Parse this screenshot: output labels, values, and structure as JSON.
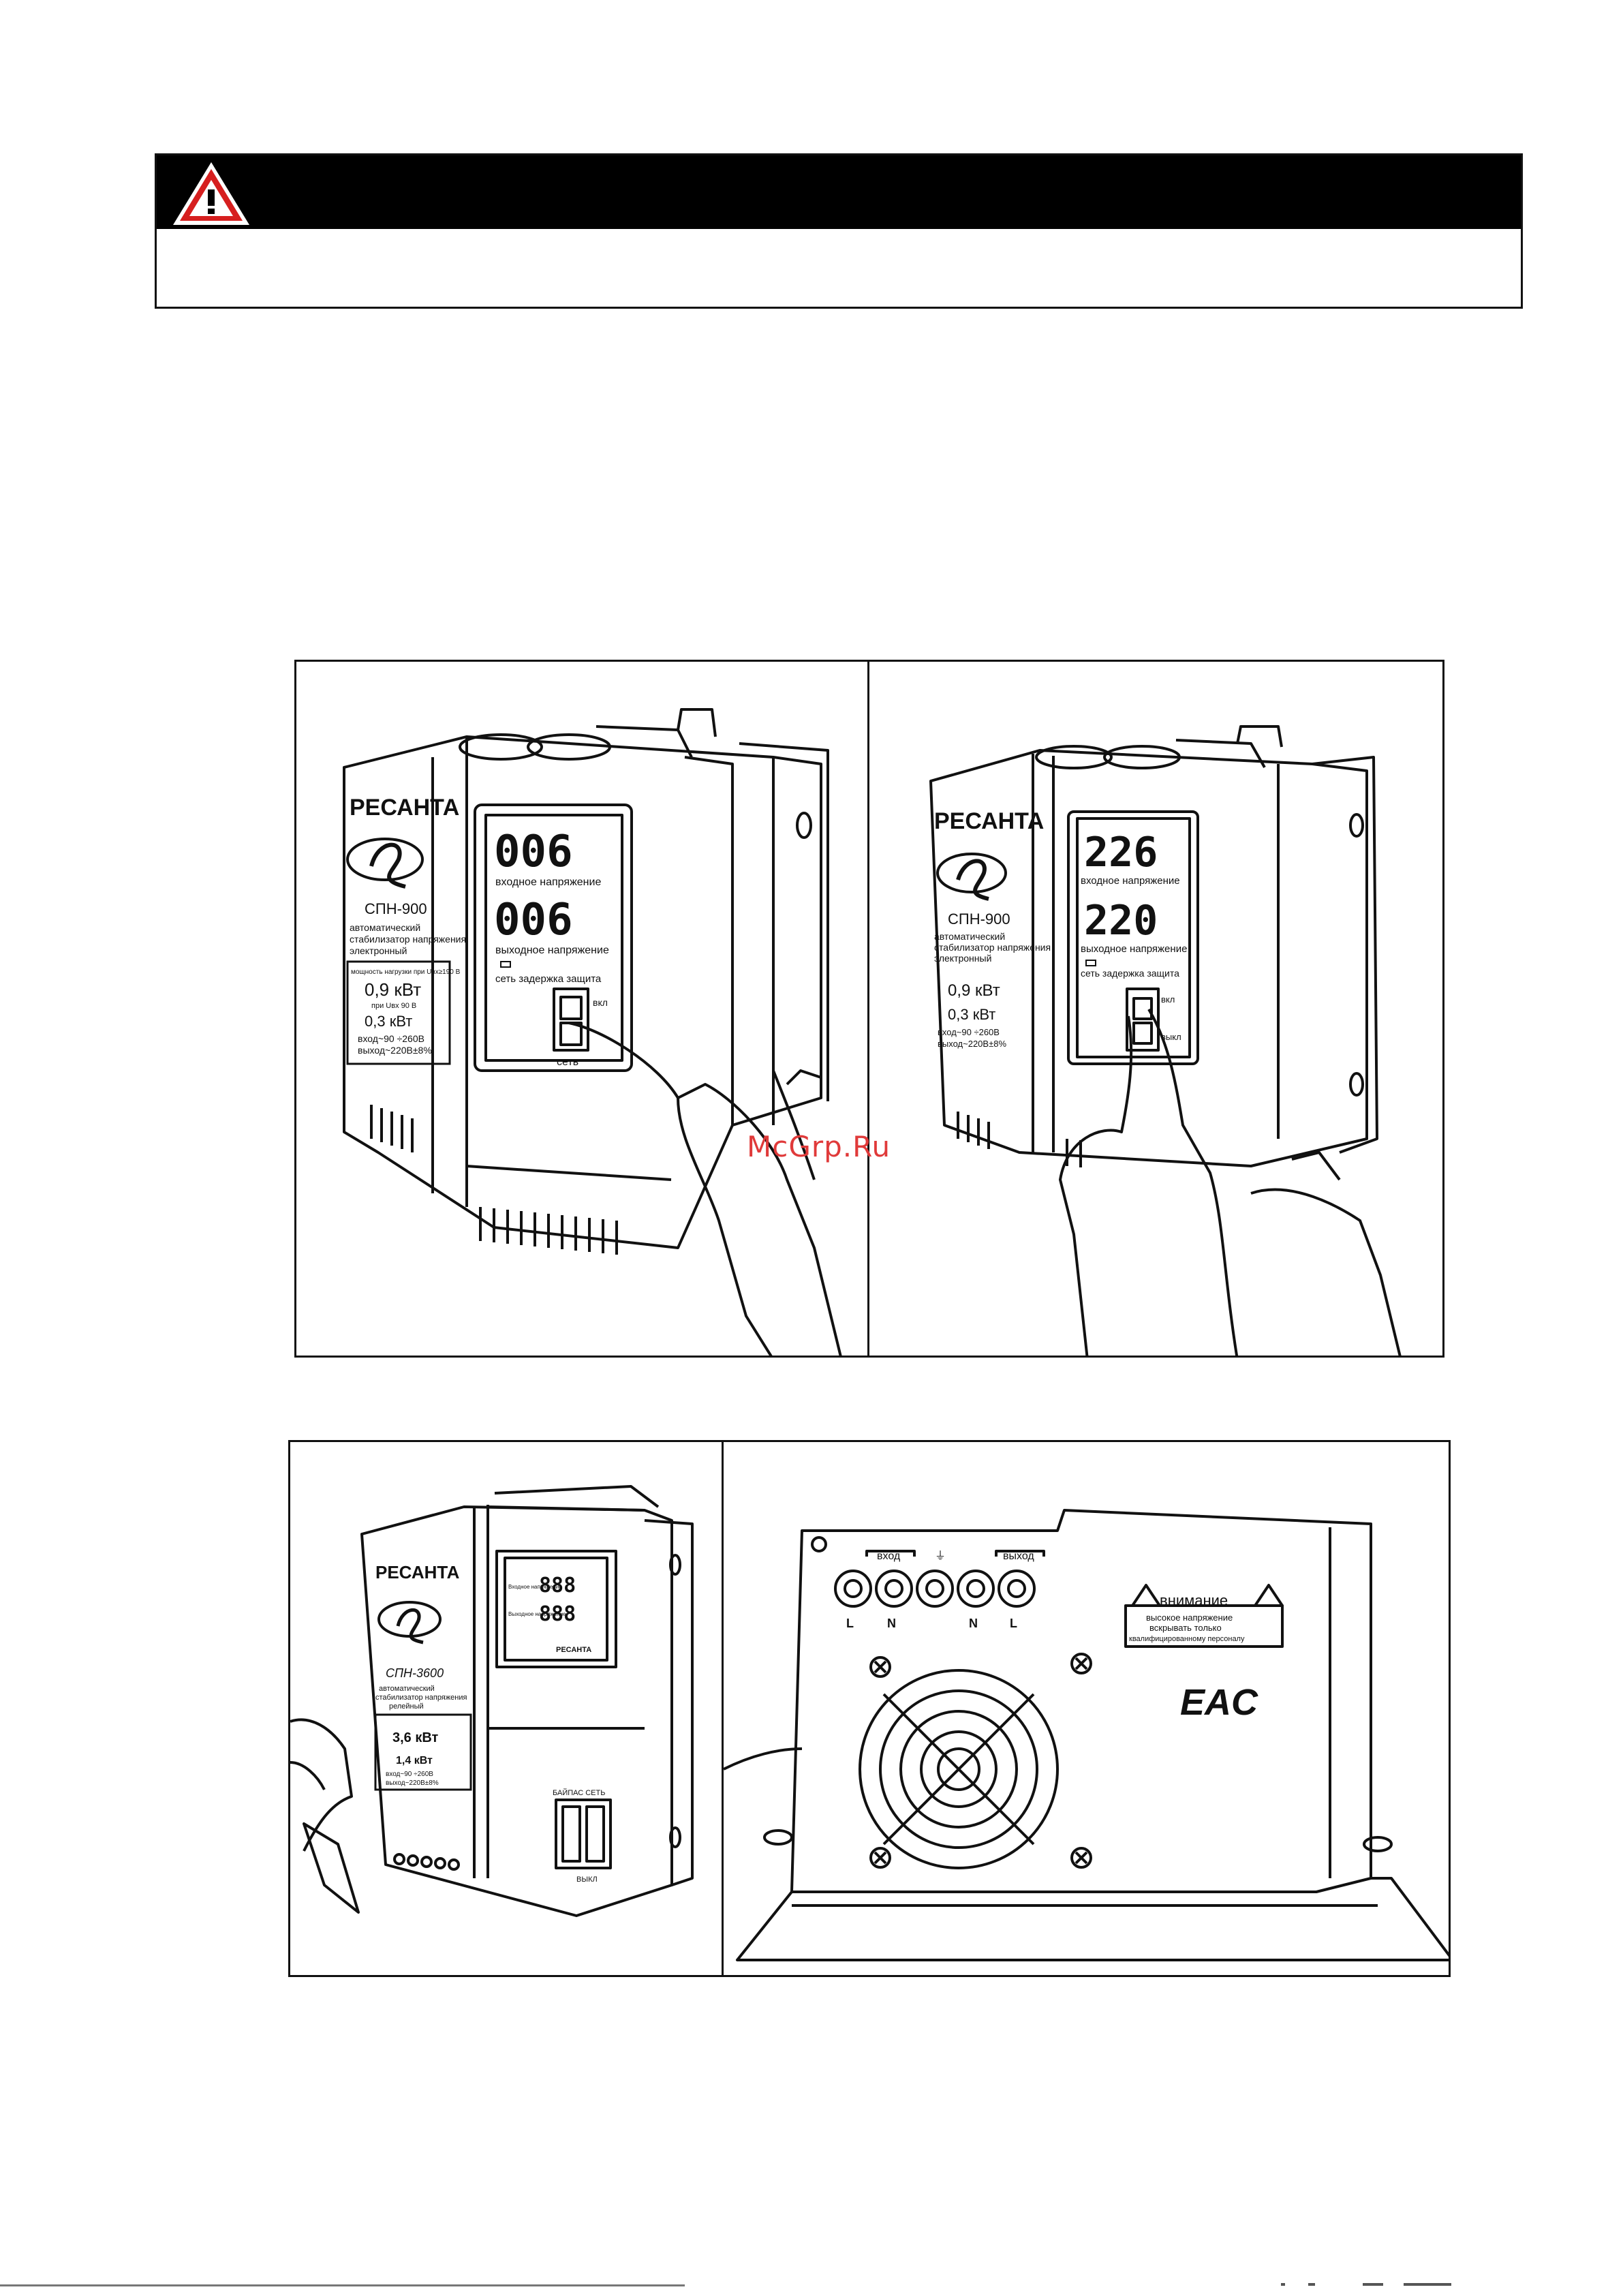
{
  "warning": {
    "icon": "warning-triangle-icon",
    "text": ""
  },
  "watermark": "McGrp.Ru",
  "figure1": {
    "left": {
      "brand": "РЕСАНТА",
      "model": "СПН-900",
      "desc": [
        "автоматический",
        "стабилизатор напряжения",
        "электронный"
      ],
      "spec_power_label": "мощность нагрузки при Uвх≥190 В",
      "power1": "0,9 кВт",
      "spec_sub": "при Uвх 90 В",
      "power2": "0,3 кВт",
      "range_in": "вход~90 ÷260В",
      "range_out": "выход~220В±8%",
      "display_top": "006",
      "display_bottom": "006",
      "label_input": "входное напряжение",
      "label_output": "выходное напряжение",
      "status_labels": "сеть задержка защита",
      "switch_on": "вкл",
      "switch_label": "сеть"
    },
    "right": {
      "brand": "РЕСАНТА",
      "model": "СПН-900",
      "desc": [
        "автоматический",
        "стабилизатор напряжения",
        "электронный"
      ],
      "power1": "0,9 кВт",
      "power2": "0,3 кВт",
      "range_in": "вход~90 ÷260В",
      "range_out": "выход~220В±8%",
      "display_top": "226",
      "display_bottom": "220",
      "label_input": "входное напряжение",
      "label_output": "выходное напряжение",
      "status_labels": "сеть задержка защита",
      "switch_on": "вкл",
      "switch_off": "выкл"
    }
  },
  "figure2": {
    "left": {
      "brand": "РЕСАНТА",
      "model": "СПН-3600",
      "desc": [
        "автоматический",
        "стабилизатор напряжения",
        "релейный"
      ],
      "power1": "3,6 кВт",
      "power2": "1,4 кВт",
      "range_in": "вход~90 ÷260В",
      "range_out": "выход~220В±8%",
      "display_top": "888",
      "display_bottom": "888",
      "lcd_labels": [
        "Входное напряжение",
        "Выходное напряжение"
      ],
      "lcd_brand": "РЕСАНТА",
      "bypass_label": "БАЙПАС СЕТЬ",
      "off_label": "ВЫКЛ"
    },
    "right": {
      "input_label": "вход",
      "output_label": "выход",
      "terminals": [
        "L",
        "N",
        "N",
        "L"
      ],
      "warning_title": "внимание",
      "warning_text": [
        "высокое напряжение",
        "вскрывать только",
        "квалифицированному персоналу"
      ],
      "cert": "EAC"
    }
  }
}
